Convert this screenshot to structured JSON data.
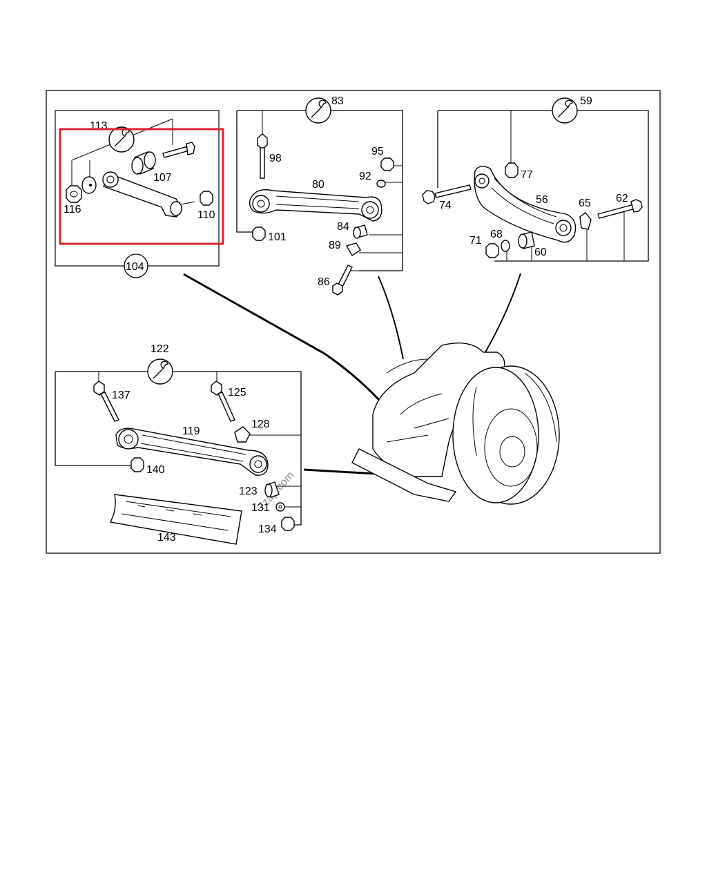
{
  "diagram": {
    "watermark": "7zap.com",
    "highlight_color": "#e0202a",
    "groups": [
      {
        "id": "104",
        "kit": "113",
        "parts": [
          "107",
          "116",
          "110"
        ]
      },
      {
        "id": "83",
        "parts": [
          "98",
          "95",
          "92",
          "80",
          "101",
          "84",
          "89",
          "86"
        ]
      },
      {
        "id": "59",
        "parts": [
          "77",
          "74",
          "56",
          "65",
          "62",
          "71",
          "68",
          "60"
        ]
      },
      {
        "id": "122",
        "parts": [
          "137",
          "125",
          "128",
          "119",
          "140",
          "123",
          "131",
          "134",
          "143"
        ]
      }
    ],
    "labels": {
      "p104": "104",
      "p113": "113",
      "p107": "107",
      "p116": "116",
      "p110": "110",
      "p83": "83",
      "p98": "98",
      "p95": "95",
      "p92": "92",
      "p80": "80",
      "p101": "101",
      "p84": "84",
      "p89": "89",
      "p86": "86",
      "p59": "59",
      "p77": "77",
      "p74": "74",
      "p56": "56",
      "p65": "65",
      "p62": "62",
      "p71": "71",
      "p68": "68",
      "p60": "60",
      "p122": "122",
      "p137": "137",
      "p125": "125",
      "p128": "128",
      "p119": "119",
      "p140": "140",
      "p123": "123",
      "p131": "131",
      "p134": "134",
      "p143": "143"
    },
    "icons": [
      "wrench-icon"
    ]
  }
}
